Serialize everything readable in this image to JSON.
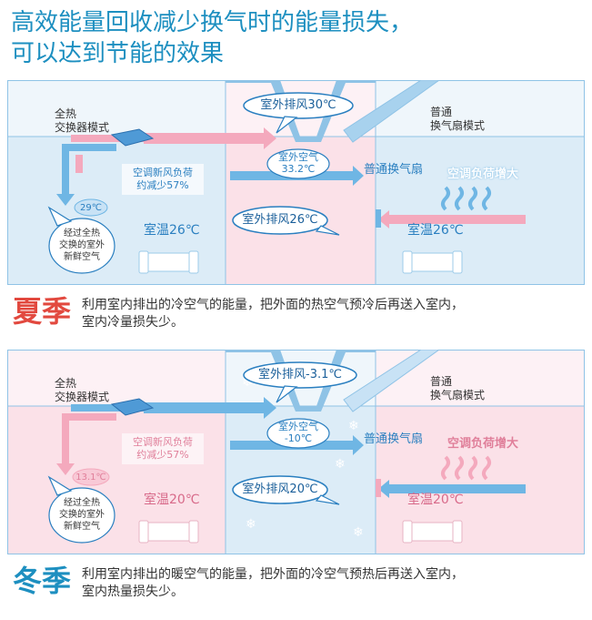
{
  "title": {
    "line1": "高效能量回收减少换气时的能量损失，",
    "line2": "可以达到节能的效果"
  },
  "summer": {
    "mode_left": [
      "全热",
      "交换器模式"
    ],
    "mode_right": [
      "普通",
      "换气扇模式"
    ],
    "exhaust_top": "室外排风30℃",
    "outdoor_air": [
      "室外空气",
      "33.2℃"
    ],
    "fan_label": "普通换气扇",
    "load_reduce": [
      "空调新风负荷",
      "约减少57%"
    ],
    "load_increase": "空调负荷增大",
    "supply_temp": "29℃",
    "fresh_air": [
      "经过全热",
      "交换的室外",
      "新鲜空气"
    ],
    "exhaust_mid": "室外排风26℃",
    "room_left": "室温26℃",
    "room_right": "室温26℃",
    "season_label": "夏季",
    "desc_line1": "利用室内排出的冷空气的能量，把外面的热空气预冷后再送入室内，",
    "desc_line2": "室内冷量损失少。"
  },
  "winter": {
    "mode_left": [
      "全热",
      "交换器模式"
    ],
    "mode_right": [
      "普通",
      "换气扇模式"
    ],
    "exhaust_top": "室外排风-3.1℃",
    "outdoor_air": [
      "室外空气",
      "-10℃"
    ],
    "fan_label": "普通换气扇",
    "load_reduce": [
      "空调新风负荷",
      "约减少57%"
    ],
    "load_increase": "空调负荷增大",
    "supply_temp": "13.1℃",
    "fresh_air": [
      "经过全热",
      "交换的室外",
      "新鲜空气"
    ],
    "exhaust_mid": "室外排风20℃",
    "room_left": "室温20℃",
    "room_right": "室温20℃",
    "season_label": "冬季",
    "desc_line1": "利用室内排出的暖空气的能量，把外面的冷空气预热后再送入室内，",
    "desc_line2": "室内热量损失少。"
  },
  "colors": {
    "title": "#1d8fc0",
    "summer_room": "#dcecf7",
    "summer_center": "#fbe1e8",
    "winter_room": "#fbe1e8",
    "winter_center": "#dcecf7",
    "arrow_blue": "#6fb6e4",
    "arrow_pink": "#f4a9bd",
    "summer_label": "#e2493f",
    "winter_label": "#1d8fc0"
  },
  "icons": [
    "heat-exchanger-icon",
    "sofa-icon",
    "snowflake-icon",
    "wavy-arrow-icon",
    "airflow-arrow-icon"
  ]
}
